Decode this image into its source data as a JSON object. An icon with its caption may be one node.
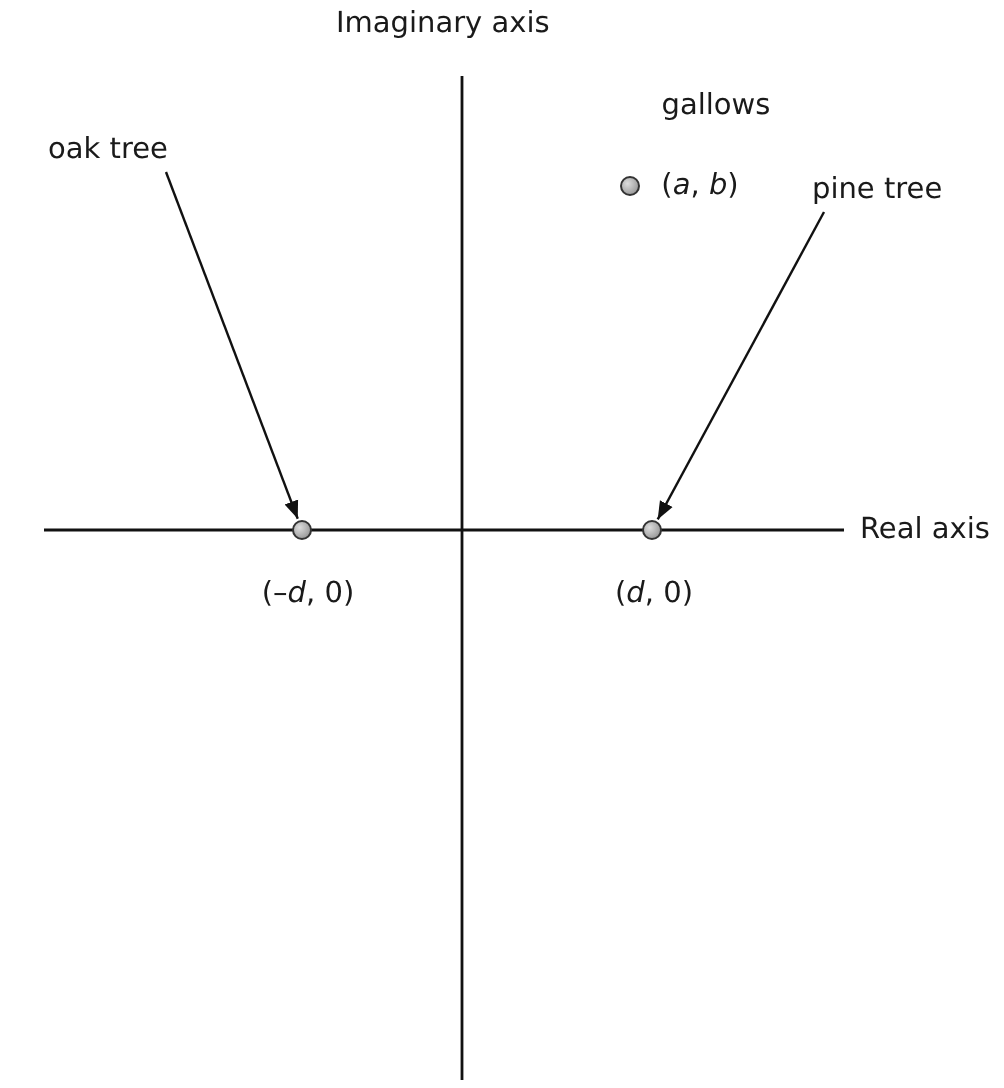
{
  "diagram": {
    "nodes": [
      {
        "text": [],
        "shape": "circle",
        "beside": [
          "gallows",
          "(*a*, *b*)"
        ]
      },
      {
        "text": [
          "oak tree"
        ]
      },
      {
        "text": [],
        "shape": "circle",
        "beside": [
          "(–*d*, 0)"
        ]
      },
      {
        "text": [
          "pine tree"
        ]
      },
      {
        "text": [],
        "shape": "circle",
        "beside": [
          "(*d*, 0)"
        ]
      }
    ],
    "edges": [
      {
        "from": 1,
        "to": 2,
        "arrow": "to"
      },
      {
        "from": 3,
        "to": 4,
        "arrow": "to"
      }
    ],
    "labels": [
      "Imaginary axis",
      "Real axis"
    ]
  }
}
